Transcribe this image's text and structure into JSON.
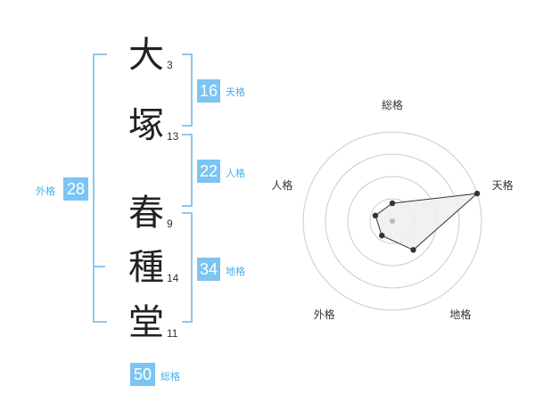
{
  "name": {
    "chars": [
      {
        "char": "大",
        "strokes": "3"
      },
      {
        "char": "塚",
        "strokes": "13"
      },
      {
        "char": "春",
        "strokes": "9"
      },
      {
        "char": "種",
        "strokes": "14"
      },
      {
        "char": "堂",
        "strokes": "11"
      }
    ]
  },
  "kakusu": {
    "tenkaku": {
      "value": "16",
      "label": "天格"
    },
    "jinkaku": {
      "value": "22",
      "label": "人格"
    },
    "chikaku": {
      "value": "34",
      "label": "地格"
    },
    "gaikaku": {
      "value": "28",
      "label": "外格"
    },
    "soukaku": {
      "value": "50",
      "label": "総格"
    }
  },
  "chart_data": {
    "type": "radar",
    "axes": [
      "総格",
      "天格",
      "地格",
      "外格",
      "人格"
    ],
    "rmax": 5,
    "values": [
      1,
      5,
      2,
      1,
      1
    ],
    "rings": 4,
    "colors": {
      "ring": "#cccccc",
      "fill": "#efefef",
      "line": "#333333",
      "point": "#333333",
      "center": "#bbbbbb"
    }
  },
  "colors": {
    "accent": "#7cc4f2",
    "bracket": "#8cc8f0",
    "label": "#4aaee8"
  }
}
